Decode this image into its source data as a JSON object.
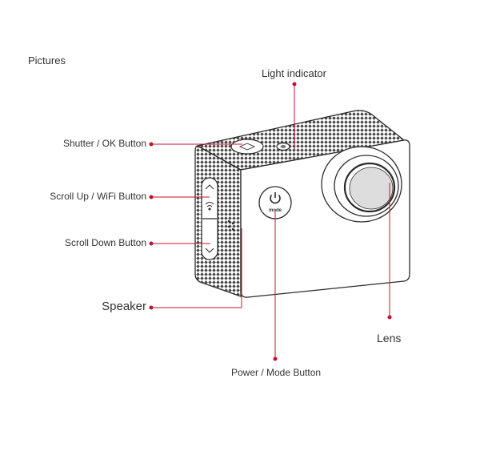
{
  "section_title": "Pictures",
  "callouts": {
    "light_indicator": "Light indicator",
    "shutter_ok_button": "Shutter / OK Button",
    "scroll_up_wifi_button": "Scroll Up / WiFi Button",
    "scroll_down_button": "Scroll Down Button",
    "speaker": "Speaker",
    "lens": "Lens",
    "power_mode_button": "Power / Mode Button"
  },
  "power_button_text": "mode",
  "colors": {
    "leader": "#c8102e",
    "outline": "#2b2b2b",
    "text": "#333333"
  }
}
